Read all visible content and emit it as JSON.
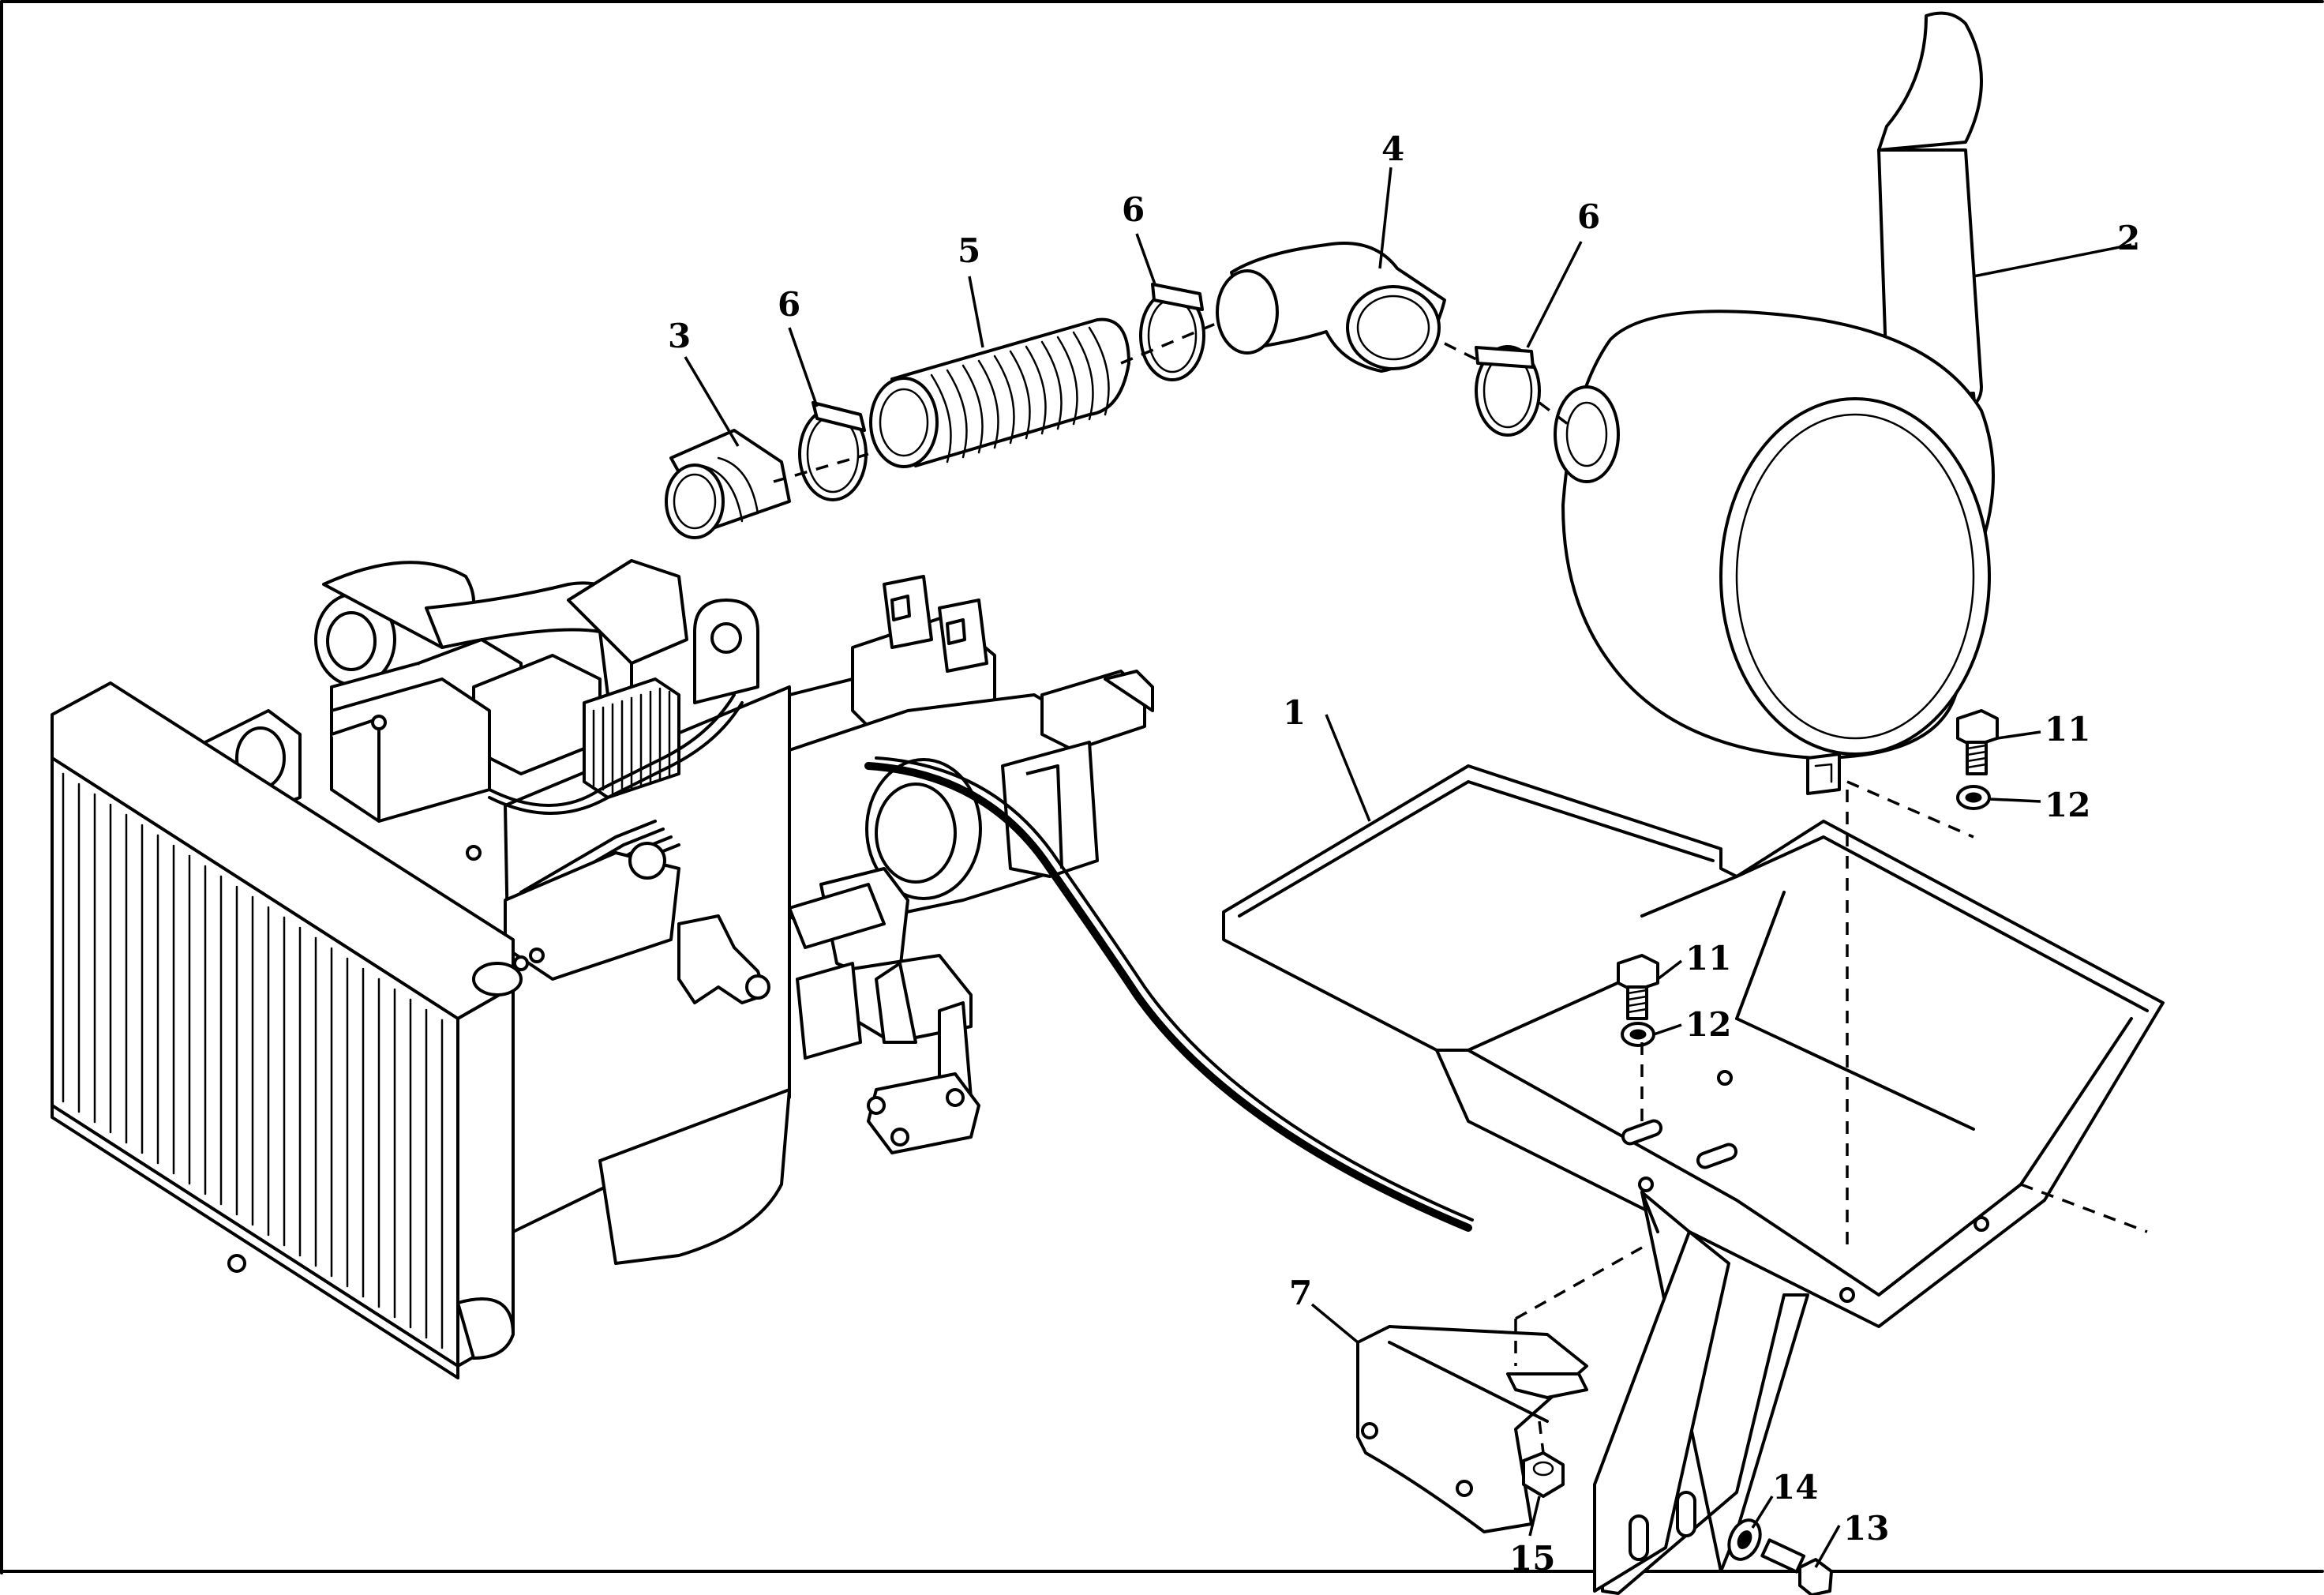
{
  "callouts": [
    {
      "id": "c1",
      "text": "1"
    },
    {
      "id": "c2",
      "text": "2"
    },
    {
      "id": "c3",
      "text": "3"
    },
    {
      "id": "c4",
      "text": "4"
    },
    {
      "id": "c5",
      "text": "5"
    },
    {
      "id": "c6a",
      "text": "6"
    },
    {
      "id": "c6b",
      "text": "6"
    },
    {
      "id": "c6c",
      "text": "6"
    },
    {
      "id": "c7",
      "text": "7"
    },
    {
      "id": "c11a",
      "text": "11"
    },
    {
      "id": "c11b",
      "text": "11"
    },
    {
      "id": "c12a",
      "text": "12"
    },
    {
      "id": "c12b",
      "text": "12"
    },
    {
      "id": "c13",
      "text": "13"
    },
    {
      "id": "c14",
      "text": "14"
    },
    {
      "id": "c15",
      "text": "15"
    }
  ]
}
